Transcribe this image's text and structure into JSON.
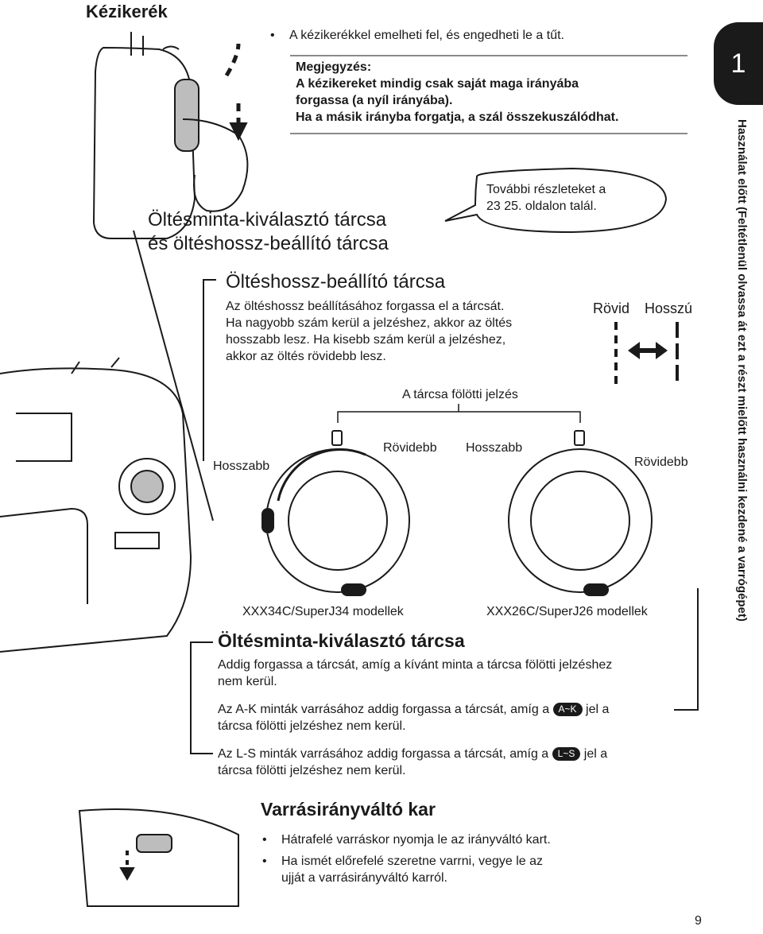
{
  "section1": {
    "title": "Kézikerék",
    "bullet": "A kézikerékkel emelheti fel, és engedheti le a tűt.",
    "note_title": "Megjegyzés:",
    "note_line1": "A kézikereket mindig csak saját maga irányába",
    "note_line2": "forgassa (a nyíl irányába).",
    "note_line3": "Ha a másik irányba forgatja, a szál összekuszálódhat."
  },
  "callout": {
    "line1": "További részleteket a",
    "line2": "23 25. oldalon talál."
  },
  "dial_section": {
    "title_line1": "Öltésminta-kiválasztó tárcsa",
    "title_line2": "és öltéshossz-beállító tárcsa"
  },
  "stitch_length": {
    "title": "Öltéshossz-beállító tárcsa",
    "line1": "Az öltéshossz beállításához forgassa el a tárcsát.",
    "line2": "Ha nagyobb szám kerül a jelzéshez, akkor az öltés",
    "line3": "hosszabb lesz. Ha kisebb szám kerül a jelzéshez,",
    "line4": "akkor az öltés rövidebb lesz.",
    "label_short": "Rövid",
    "label_long": "Hosszú"
  },
  "dials": {
    "indicator_label": "A tárcsa fölötti jelzés",
    "left_longer": "Hosszabb",
    "left_shorter": "Rövidebb",
    "right_longer": "Hosszabb",
    "right_shorter": "Rövidebb",
    "model_left": "XXX34C/SuperJ34 modellek",
    "model_right": "XXX26C/SuperJ26 modellek"
  },
  "pattern_dial": {
    "title": "Öltésminta-kiválasztó tárcsa",
    "p1_line1": "Addig forgassa a tárcsát, amíg a kívánt minta a tárcsa fölötti jelzéshez",
    "p1_line2": "nem kerül.",
    "p2_before": "Az A-K minták varrásához addig forgassa a tárcsát, amíg a",
    "p2_badge": "A~K",
    "p2_after": "jel a",
    "p2_line2": "tárcsa fölötti jelzéshez nem kerül.",
    "p3_before": "Az L-S minták varrásához addig forgassa a tárcsát, amíg a",
    "p3_badge": "L~S",
    "p3_after": "jel a",
    "p3_line2": "tárcsa fölötti jelzéshez nem kerül."
  },
  "reverse": {
    "title": "Varrásirányváltó kar",
    "bullet1": "Hátrafelé varráskor nyomja le az irányváltó kart.",
    "bullet2_line1": "Ha ismét előrefelé szeretne varrni, vegye le az",
    "bullet2_line2": "ujját a varrásirányváltó karról."
  },
  "side": {
    "chapter": "1",
    "text": "Használat előtt (Feltétlenül olvassa át ezt a részt mielőtt használni kezdené a varrógépet)"
  },
  "page_number": "9"
}
